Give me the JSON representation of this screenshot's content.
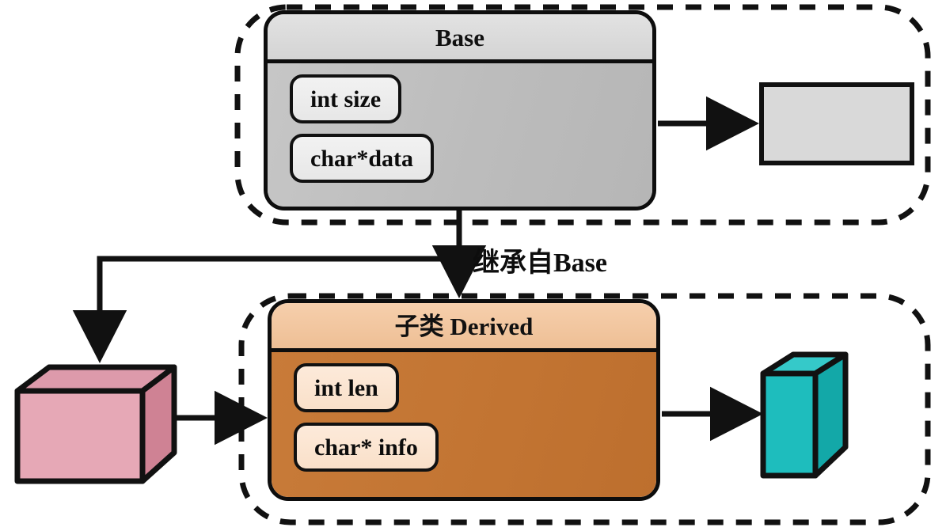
{
  "diagram": {
    "title_hidden": "",
    "relation_label": "继承自Base",
    "base": {
      "name": "Base",
      "fields": [
        "int size",
        "char*data"
      ],
      "header_color": "#d8d8d8",
      "body_color": "#bdbdbd",
      "field_color": "#eeeeee"
    },
    "derived": {
      "name": "子类 Derived",
      "fields": [
        "int len",
        "char* info"
      ],
      "header_color": "#f3c79f",
      "body_color": "#c57735",
      "field_color": "#fbe5d0"
    },
    "base_heap_block": {
      "label": "",
      "color": "#d9d9d9"
    },
    "derived_heap_block": {
      "label": "",
      "color": "#1fb8b8"
    },
    "derived_input_block": {
      "label": "",
      "color": "#e3a0b0"
    },
    "regions": [
      {
        "name": "base-region",
        "label": ""
      },
      {
        "name": "derived-region",
        "label": ""
      }
    ],
    "colors": {
      "outline": "#111111",
      "dashed": "#111111",
      "arrow": "#111111"
    }
  }
}
